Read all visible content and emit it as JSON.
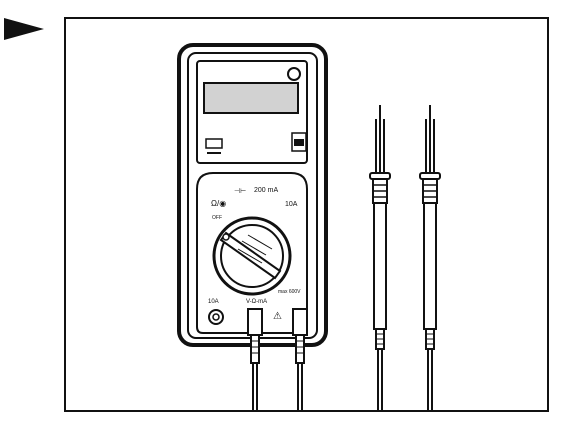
{
  "figure": {
    "arrow_icon": "right-pointing-triangle",
    "colors": {
      "ink": "#111111",
      "lcd": "#d2d2d2",
      "paper": "#ffffff"
    }
  },
  "multimeter": {
    "labels": {
      "dial_off": "OFF",
      "dial_left": "Ω/◉",
      "dial_top_left": "⊣⊢",
      "dial_top": "200 mA",
      "dial_top_right": "10A",
      "jack_10a": "10A",
      "jack_com": "V-Ω-mA",
      "jack_right": "max 600V",
      "warning": "⚠"
    }
  }
}
